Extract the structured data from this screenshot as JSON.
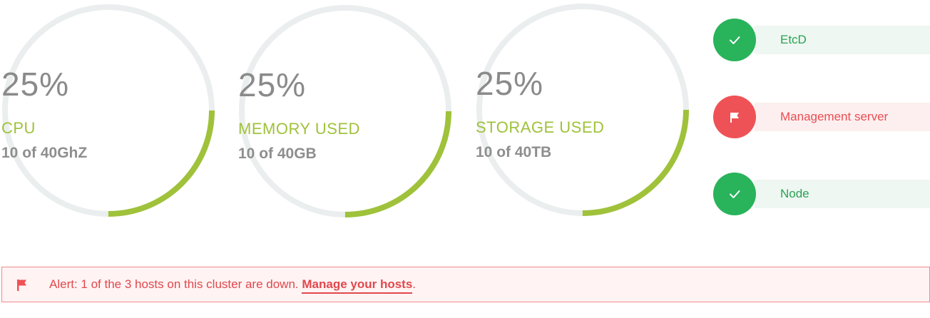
{
  "gauges": [
    {
      "percent": "25%",
      "label": "CPU",
      "detail": "10 of 40GhZ",
      "fraction": 0.25
    },
    {
      "percent": "25%",
      "label": "MEMORY USED",
      "detail": "10 of 40GB",
      "fraction": 0.25
    },
    {
      "percent": "25%",
      "label": "STORAGE USED",
      "detail": "10 of 40TB",
      "fraction": 0.25
    }
  ],
  "colors": {
    "gauge_track": "#ebeeee",
    "gauge_fill": "#9fc23a",
    "ok": "#29b35b",
    "error": "#ef5256"
  },
  "services": [
    {
      "name": "EtcD",
      "status": "ok",
      "icon": "check-icon"
    },
    {
      "name": "Management server",
      "status": "error",
      "icon": "flag-icon"
    },
    {
      "name": "Node",
      "status": "ok",
      "icon": "check-icon"
    }
  ],
  "alert": {
    "icon": "flag-icon",
    "text": "Alert: 1 of the 3 hosts on this cluster are down. ",
    "link": "Manage your hosts",
    "suffix": "."
  }
}
